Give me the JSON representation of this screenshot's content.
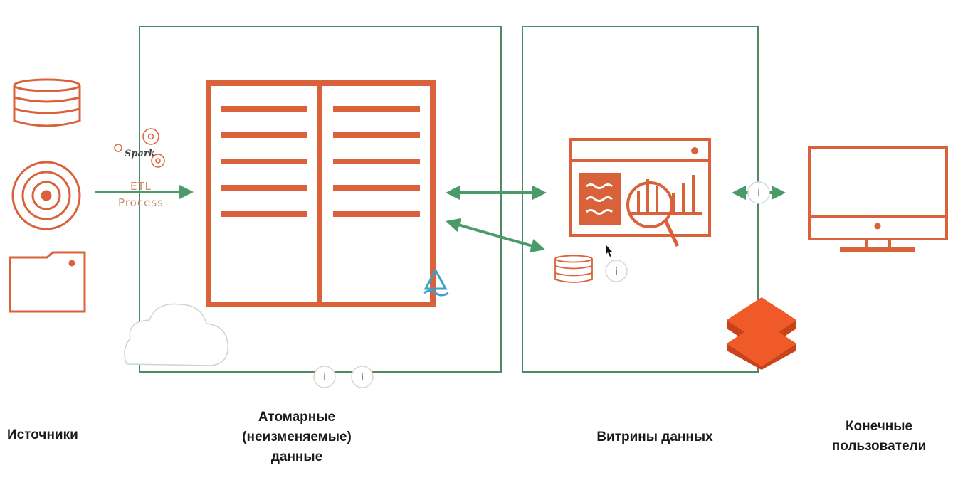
{
  "colors": {
    "accent": "#d9623b",
    "frame": "#4f8a63",
    "arrow": "#4a9a6a",
    "etl_text": "#c98a6e",
    "info_bg": "#ffffff",
    "delta": "#3aa0c8",
    "databricks": "#f05a28"
  },
  "labels": {
    "sources": "Источники",
    "atomic_line1": "Атомарные",
    "atomic_line2": "(неизменяемые)",
    "atomic_line3": "данные",
    "marts": "Витрины данных",
    "users_line1": "Конечные",
    "users_line2": "пользователи"
  },
  "etl": {
    "spark": "Spark",
    "line1": "ETL",
    "line2": "Process"
  },
  "info_badges": [
    "i",
    "i",
    "i",
    "i"
  ],
  "icons": {
    "sources": [
      "database-icon",
      "radar-icon",
      "folder-icon"
    ],
    "atomic": [
      "ledger-table-icon",
      "cloud-icon",
      "delta-lake-icon",
      "spark-gears-icon"
    ],
    "marts": [
      "dashboard-icon",
      "database-small-icon",
      "cursor-icon",
      "databricks-icon"
    ],
    "users": [
      "monitor-icon"
    ]
  }
}
